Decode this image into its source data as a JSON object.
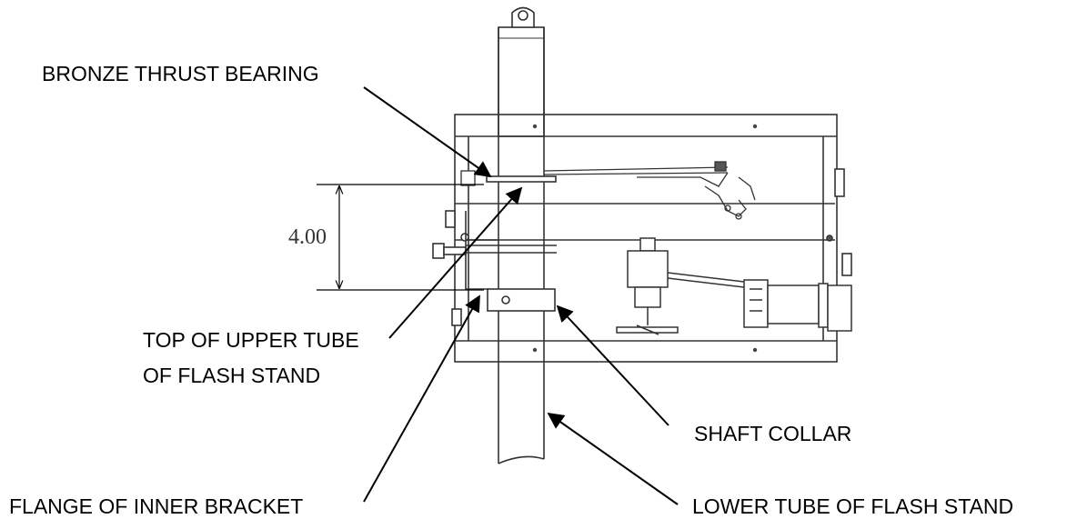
{
  "labels": {
    "bronze_thrust_bearing": "BRONZE THRUST BEARING",
    "top_of_upper_tube_line1": "TOP OF UPPER TUBE",
    "top_of_upper_tube_line2": "OF FLASH STAND",
    "shaft_collar": "SHAFT COLLAR",
    "flange_of_inner_bracket": "FLANGE OF INNER BRACKET",
    "lower_tube_of_flash_stand": "LOWER TUBE OF FLASH STAND"
  },
  "dimension": {
    "value": "4.00"
  }
}
